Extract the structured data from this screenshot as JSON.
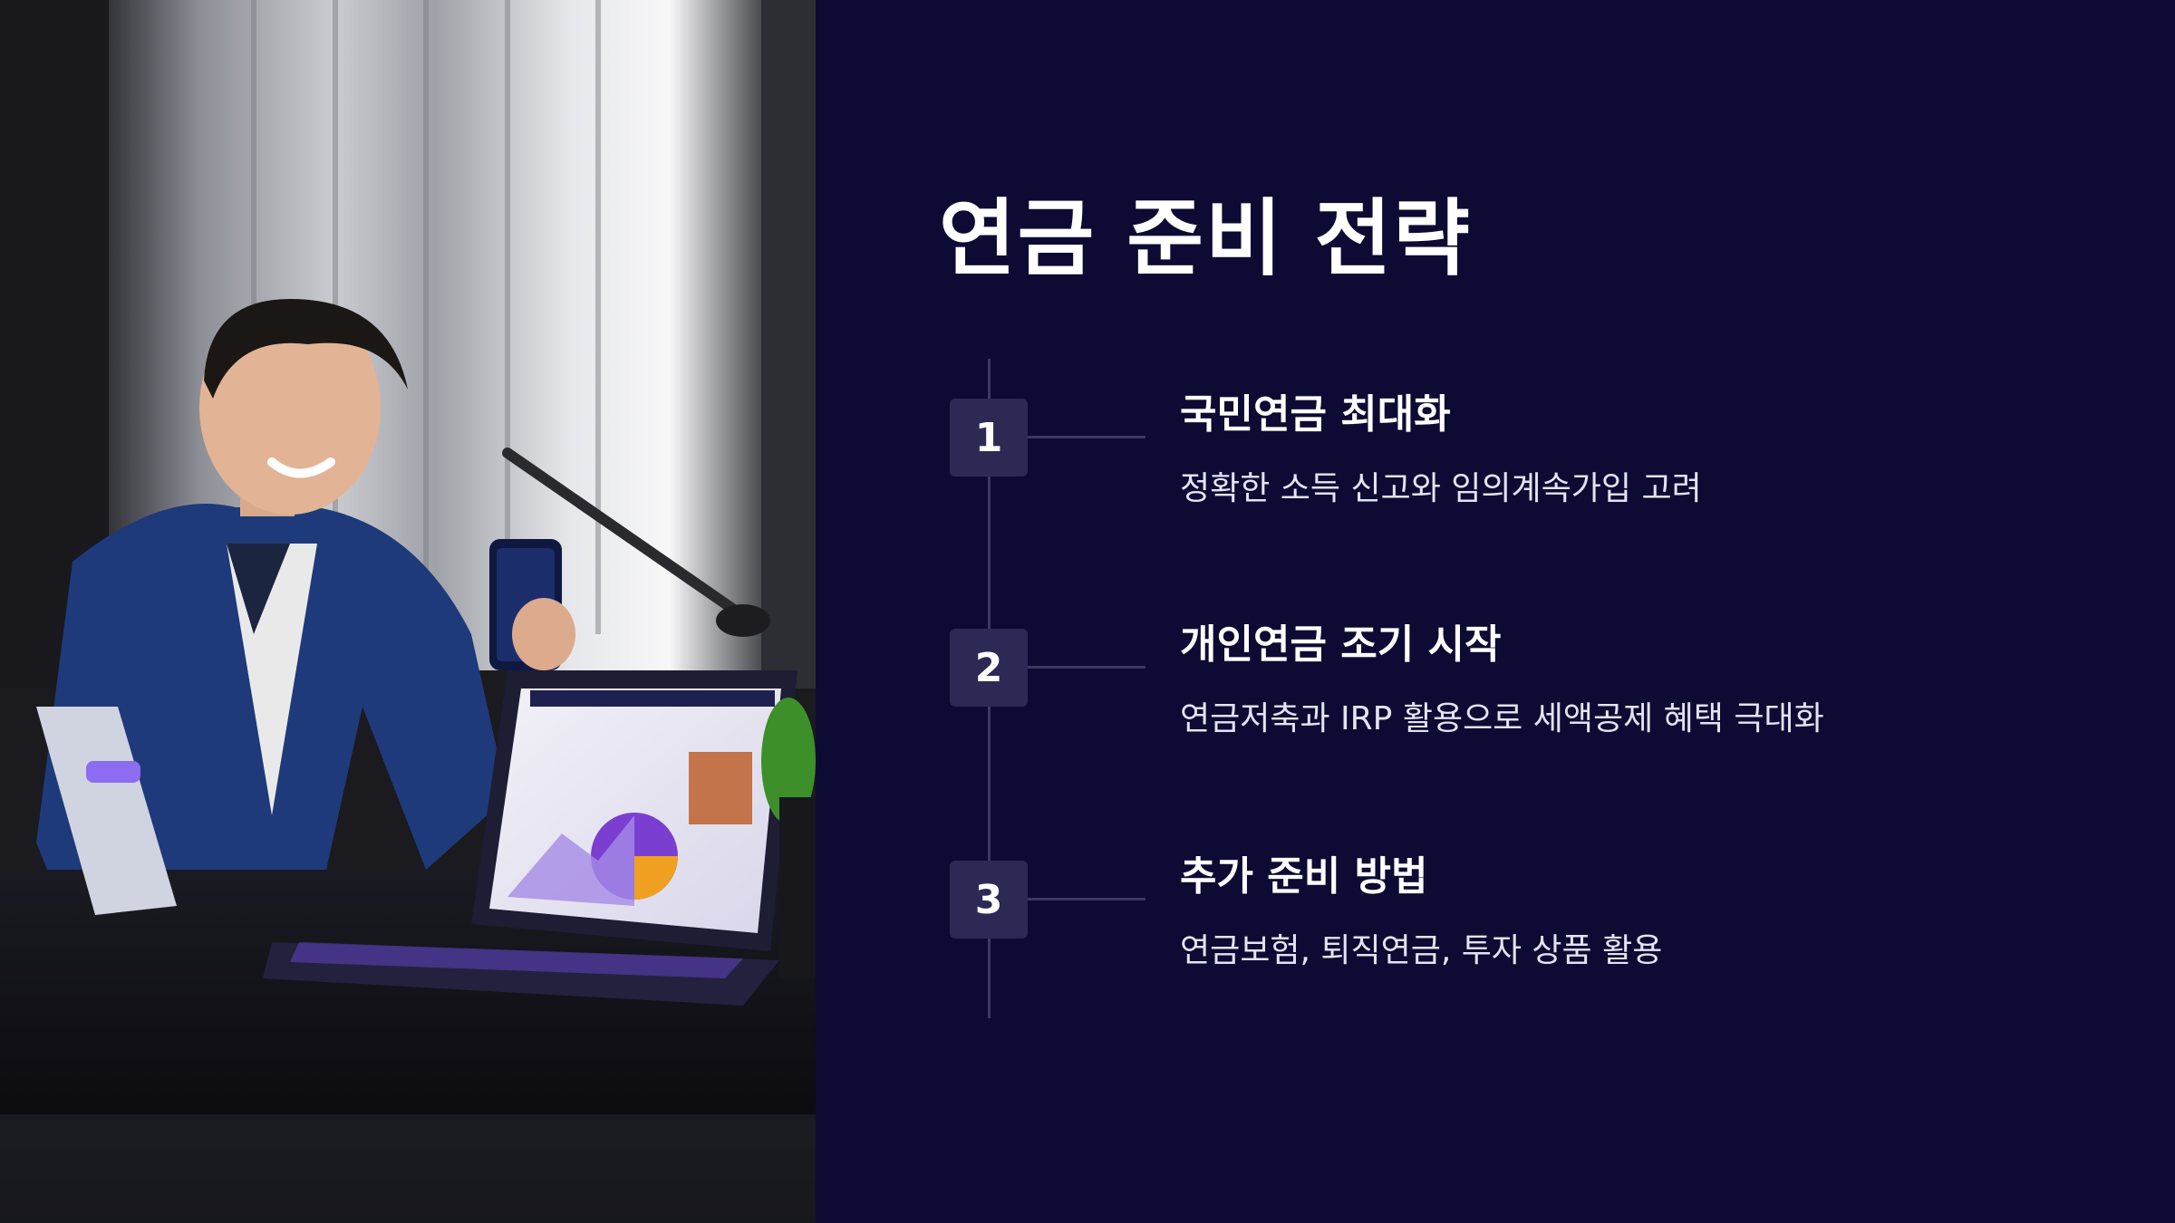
{
  "title": "연금 준비 전략",
  "steps": [
    {
      "number": "1",
      "title": "국민연금 최대화",
      "description": "정확한 소득 신고와 임의계속가입 고려"
    },
    {
      "number": "2",
      "title": "개인연금 조기 시작",
      "description": "연금저축과 IRP 활용으로 세액공제 혜택 극대화"
    },
    {
      "number": "3",
      "title": "추가 준비 방법",
      "description": "연금보험, 퇴직연금, 투자 상품 활용"
    }
  ],
  "colors": {
    "background": "#0d0b33",
    "step_box": "#2c2a55",
    "line": "#3a3960",
    "text": "#ffffff"
  }
}
